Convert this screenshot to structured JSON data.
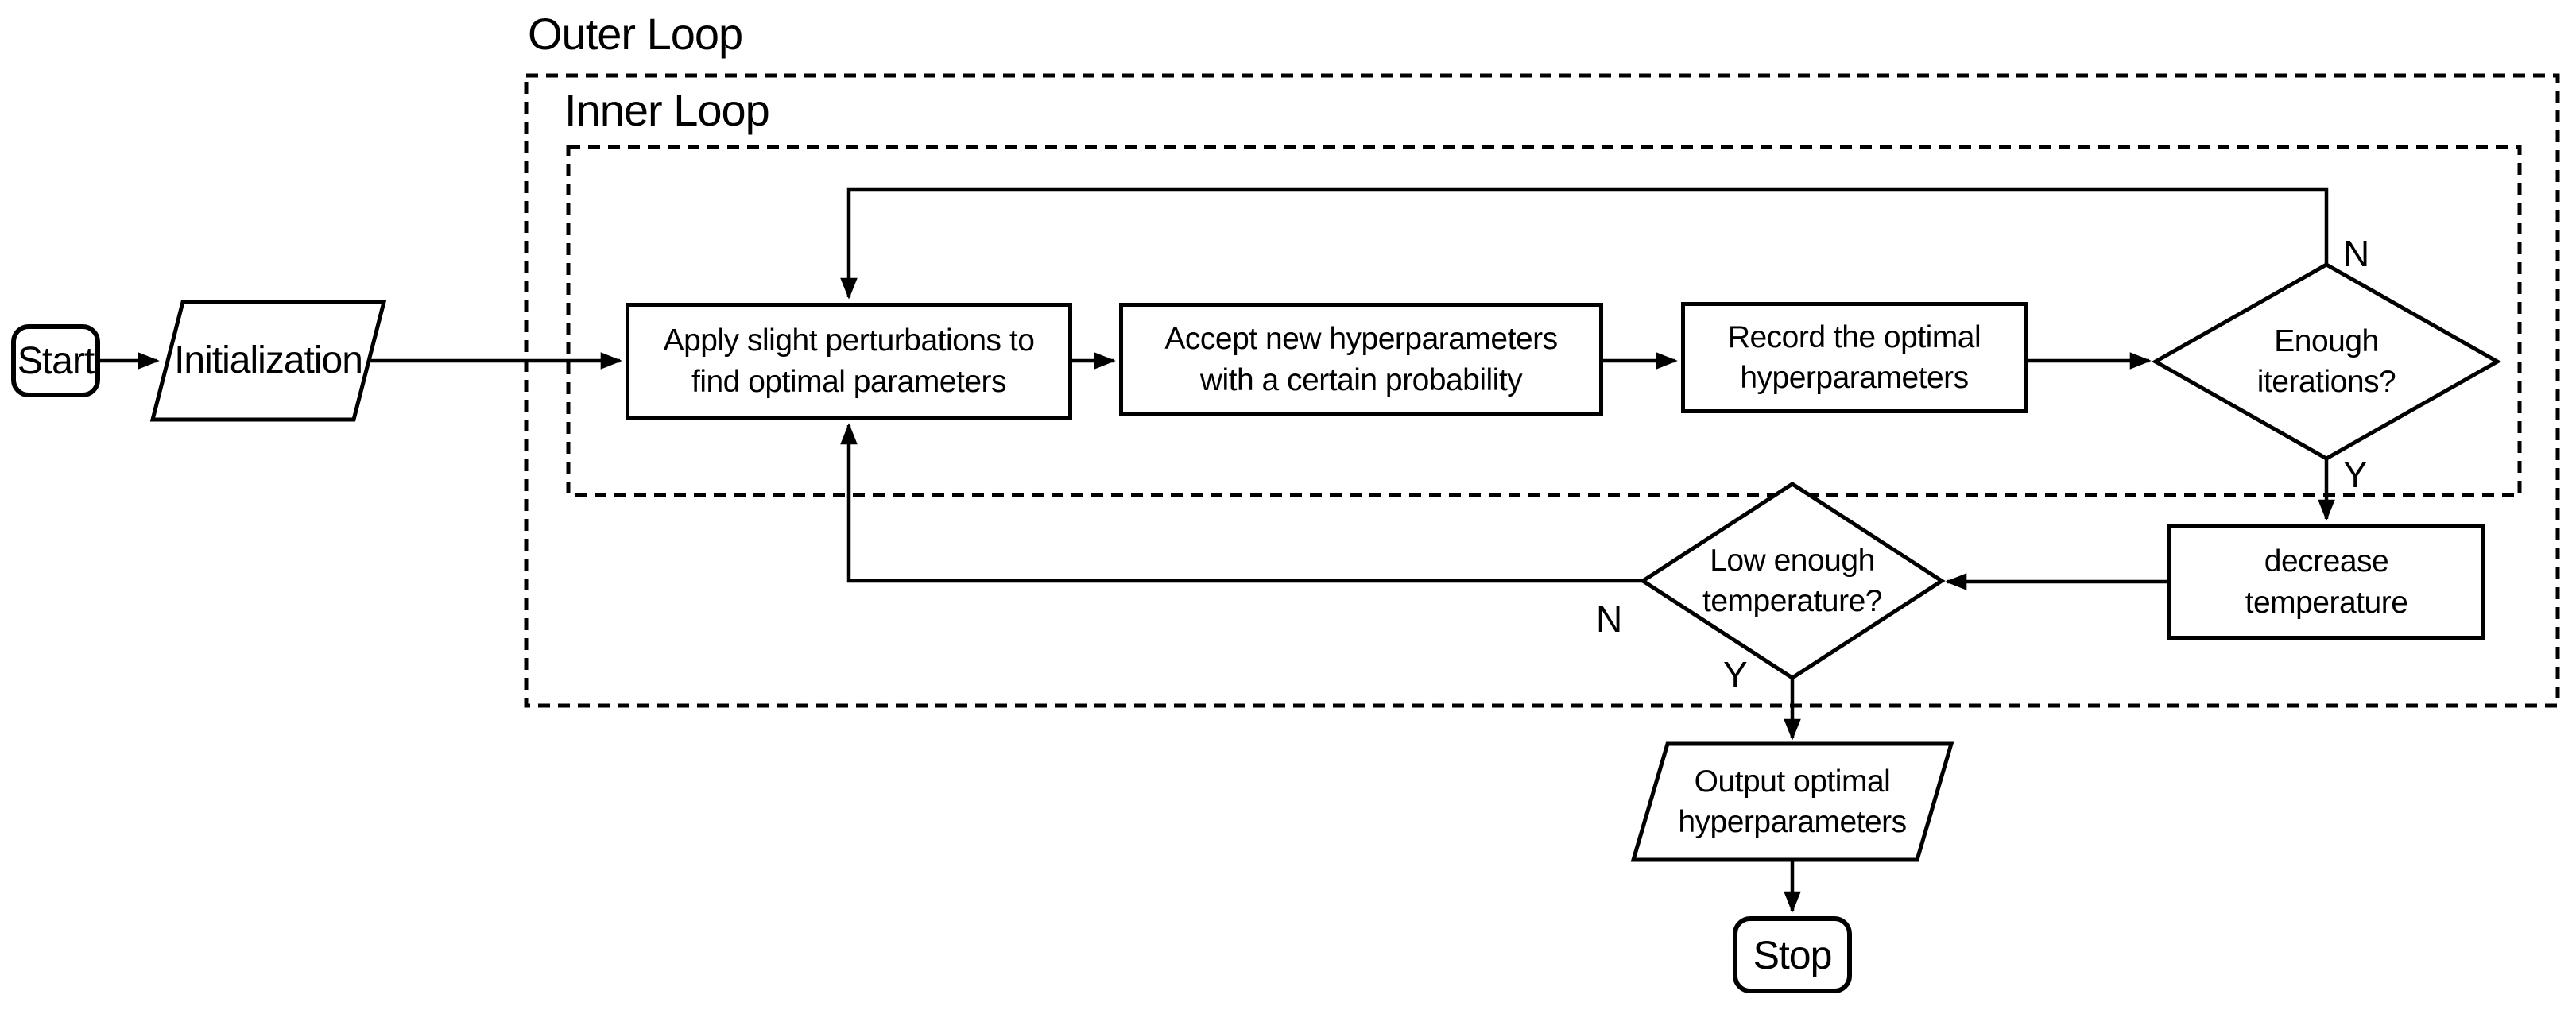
{
  "diagram": {
    "title_labels": {
      "outer_loop": "Outer Loop",
      "inner_loop": "Inner Loop"
    },
    "nodes": {
      "start": {
        "type": "terminal",
        "label": "Start"
      },
      "initialization": {
        "type": "io",
        "label": "Initialization"
      },
      "apply_perturbations": {
        "type": "process",
        "label": "Apply slight perturbations to\nfind optimal parameters"
      },
      "accept_hyperparameters": {
        "type": "process",
        "label": "Accept new hyperparameters\nwith a certain probability"
      },
      "record_hyperparameters": {
        "type": "process",
        "label": "Record the optimal\nhyperparameters"
      },
      "enough_iterations": {
        "type": "decision",
        "label": "Enough\niterations?"
      },
      "decrease_temperature": {
        "type": "process",
        "label": "decrease\ntemperature"
      },
      "low_enough_temperature": {
        "type": "decision",
        "label": "Low enough\ntemperature?"
      },
      "output_hyperparameters": {
        "type": "io",
        "label": "Output optimal\nhyperparameters"
      },
      "stop": {
        "type": "terminal",
        "label": "Stop"
      }
    },
    "edge_labels": {
      "enough_iterations_no": "N",
      "enough_iterations_yes": "Y",
      "low_temperature_no": "N",
      "low_temperature_yes": "Y"
    },
    "colors": {
      "stroke": "#000000",
      "background": "#ffffff",
      "text": "#000000"
    }
  }
}
